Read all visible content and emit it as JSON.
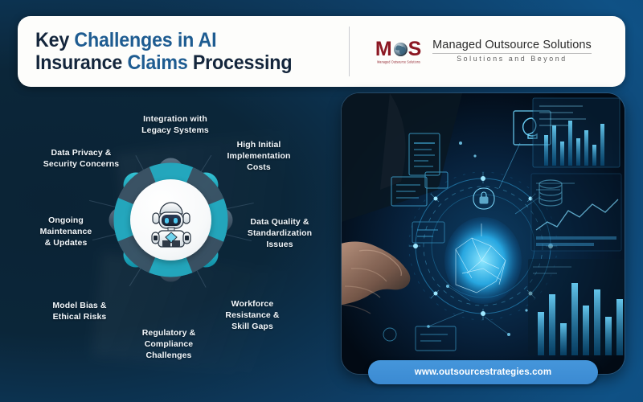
{
  "header": {
    "title_line1_part1": "Key ",
    "title_line1_part2": "Challenges in AI",
    "title_line2_part1": "Insurance ",
    "title_line2_part2": "Claims ",
    "title_line2_part3": "Processing",
    "logo": {
      "mark_left": "M",
      "mark_right": "S",
      "mark_sub": "Managed Outsource Solutions",
      "name": "Managed Outsource Solutions",
      "tagline": "Solutions and Beyond"
    }
  },
  "diagram": {
    "center_icon": "robot-mascot-icon",
    "challenges": [
      {
        "id": "integration-with-legacy-systems",
        "label": "Integration with\nLegacy Systems"
      },
      {
        "id": "high-initial-implementation-costs",
        "label": "High Initial\nImplementation\nCosts"
      },
      {
        "id": "data-privacy-security-concerns",
        "label": "Data Privacy &\nSecurity Concerns"
      },
      {
        "id": "data-quality-standardization-issues",
        "label": "Data Quality &\nStandardization\nIssues"
      },
      {
        "id": "ongoing-maintenance-updates",
        "label": "Ongoing\nMaintenance\n& Updates"
      },
      {
        "id": "workforce-resistance-skill-gaps",
        "label": "Workforce\nResistance &\nSkill Gaps"
      },
      {
        "id": "model-bias-ethical-risks",
        "label": "Model Bias &\nEthical Risks"
      },
      {
        "id": "regulatory-compliance-challenges",
        "label": "Regulatory &\nCompliance\nChallenges"
      }
    ]
  },
  "photo": {
    "description": "hand interacting with holographic AI brain interface and data dashboards"
  },
  "footer": {
    "url": "www.outsourcestrategies.com"
  },
  "colors": {
    "bg_dark": "#0b2335",
    "bg_blue": "#0f5185",
    "title_dark": "#14263c",
    "title_blue": "#1e5c91",
    "logo_red": "#8c1823",
    "gear_teal": "#21b5c8",
    "gear_slate": "#3f5668",
    "pill_blue": "#4596db",
    "label_text": "#f2f7fb"
  }
}
